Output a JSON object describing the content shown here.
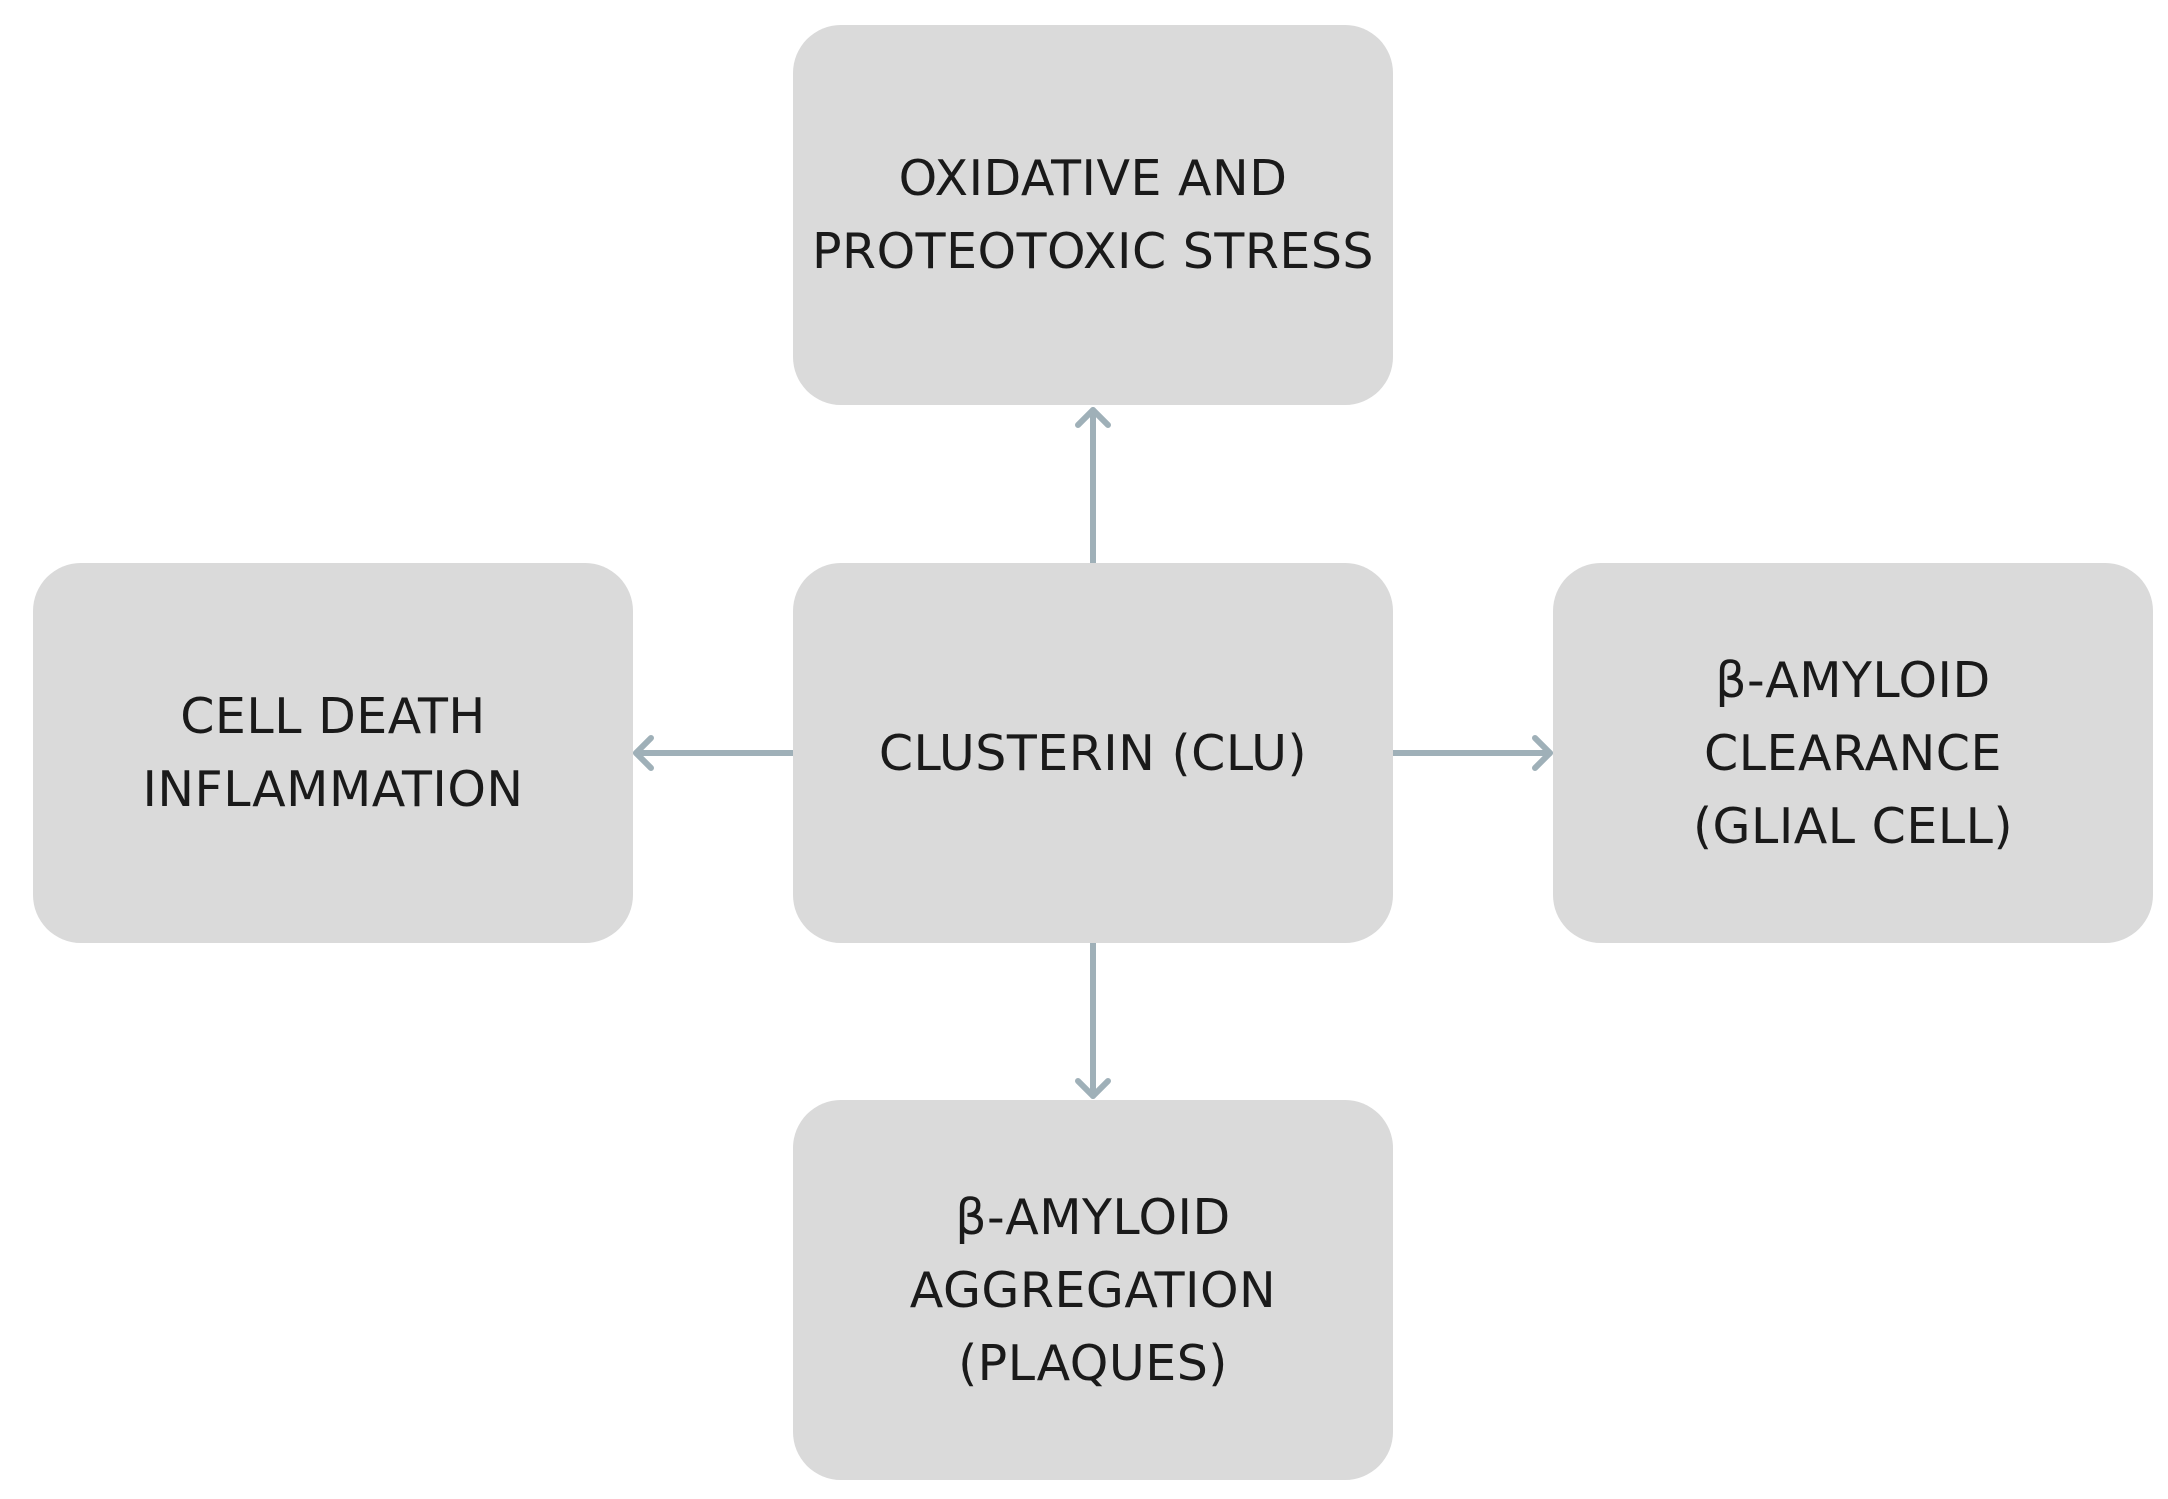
{
  "nodes": {
    "center": {
      "lines": [
        "CLUSTERIN (CLU)"
      ]
    },
    "top": {
      "lines": [
        "OXIDATIVE AND",
        "PROTEOTOXIC STRESS"
      ]
    },
    "left": {
      "lines": [
        "CELL DEATH",
        "INFLAMMATION"
      ]
    },
    "right": {
      "lines": [
        "β-AMYLOID",
        "CLEARANCE",
        "(GLIAL CELL)"
      ]
    },
    "bottom": {
      "lines": [
        "β-AMYLOID",
        "AGGREGATION",
        "(PLAQUES)"
      ]
    }
  },
  "edges": [
    {
      "from": "center",
      "to": "top"
    },
    {
      "from": "center",
      "to": "left"
    },
    {
      "from": "center",
      "to": "right"
    },
    {
      "from": "center",
      "to": "bottom"
    }
  ],
  "colors": {
    "node_fill": "#dadada",
    "text": "#1a1a1a",
    "arrow": "#9fb0b8"
  }
}
